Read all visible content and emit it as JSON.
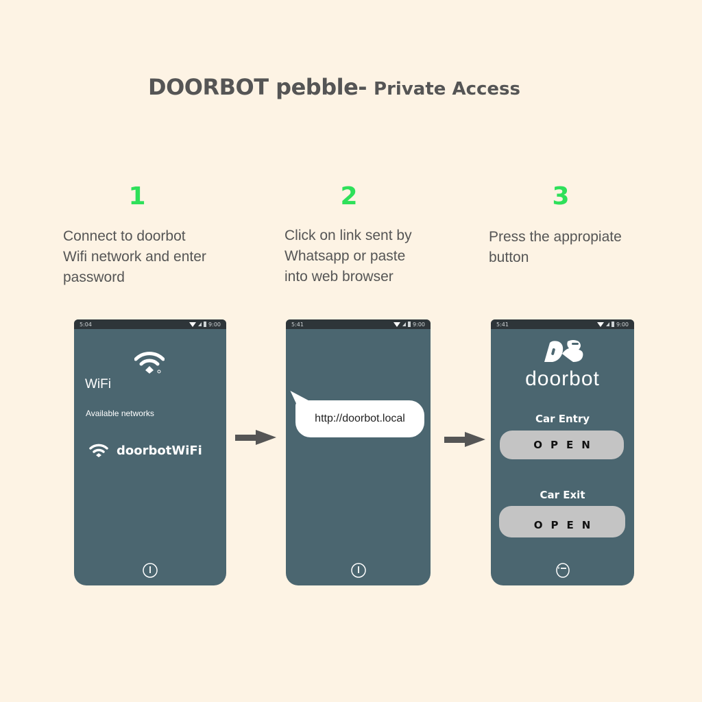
{
  "title": {
    "main": "DOORBOT pebble-",
    "sub": "Private Access"
  },
  "colors": {
    "background": "#fdf3e4",
    "step_number": "#2ee05a",
    "phone_screen": "#4b6670",
    "status_bar": "#2e3539",
    "button": "#c4c4c4",
    "arrow": "#555555"
  },
  "steps": [
    {
      "number": "1",
      "description": "Connect to doorbot\nWifi network and enter\npassword"
    },
    {
      "number": "2",
      "description": "Click on link sent by\nWhatsapp or paste\ninto web browser"
    },
    {
      "number": "3",
      "description": "Press the appropiate\nbutton"
    }
  ],
  "phones": [
    {
      "status_left": "5:04",
      "status_right": "9:00",
      "icon": "wifi-icon",
      "heading": "WiFi",
      "subheading": "Available networks",
      "network_name": "doorbotWiFi",
      "bottom_icon": "power-icon"
    },
    {
      "status_left": "5:41",
      "status_right": "9:00",
      "link": "http://doorbot.local",
      "bottom_icon": "power-icon"
    },
    {
      "status_left": "5:41",
      "status_right": "9:00",
      "logo_mark": "DB",
      "logo_text": "doorbot",
      "buttons": [
        {
          "label": "Car Entry",
          "action": "OPEN"
        },
        {
          "label": "Car Exit",
          "action": "OPEN"
        }
      ],
      "bottom_icon": "power-icon"
    }
  ],
  "arrows": [
    "arrow-right-icon",
    "arrow-right-icon"
  ]
}
